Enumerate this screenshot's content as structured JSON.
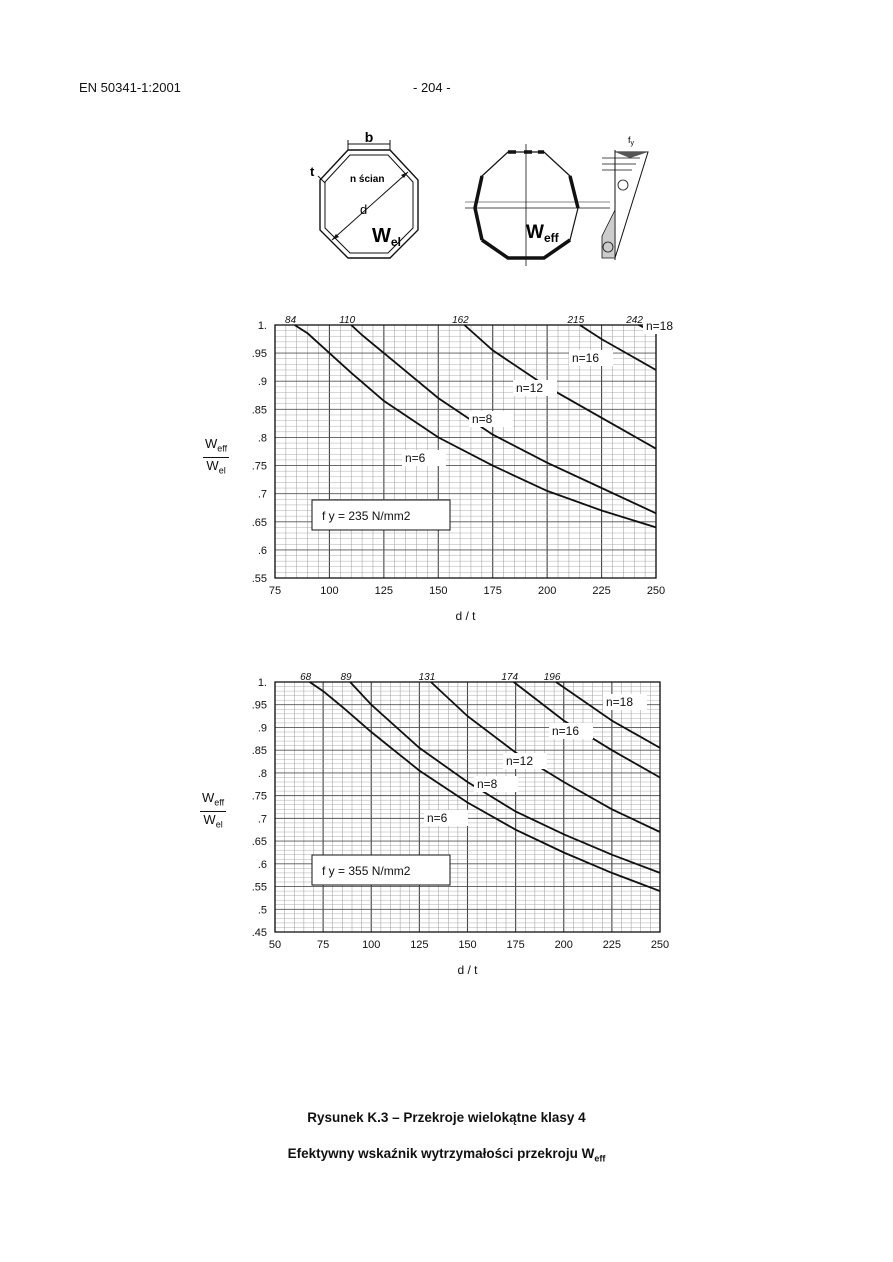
{
  "header": {
    "doc_id": "EN 50341-1:2001",
    "page": "- 204 -"
  },
  "diagram": {
    "b": "b",
    "t": "t",
    "faces": "n ścian",
    "d": "d",
    "wel": "W",
    "wel_sub": "el",
    "weff": "W",
    "weff_sub": "eff",
    "fy": "f",
    "fy_sub": "y"
  },
  "chart_data": [
    {
      "type": "line",
      "xlabel": "d / t",
      "ylabel": "Weff / Wel",
      "xlim": [
        75,
        250
      ],
      "ylim": [
        0.55,
        1.0
      ],
      "xticks": [
        "75",
        "100",
        "125",
        "150",
        "175",
        "200",
        "225",
        "250"
      ],
      "yticks": [
        "1.",
        ".95",
        ".9",
        ".85",
        ".8",
        ".75",
        ".7",
        ".65",
        ".6",
        ".55"
      ],
      "annotation": "f y = 235 N/mm2",
      "grid": true,
      "series": [
        {
          "name": "n=6",
          "limit_label": "84",
          "x": [
            84,
            90,
            100,
            110,
            125,
            150,
            175,
            200,
            225,
            250
          ],
          "y": [
            1.0,
            0.985,
            0.95,
            0.915,
            0.865,
            0.8,
            0.75,
            0.705,
            0.67,
            0.64
          ]
        },
        {
          "name": "n=8",
          "limit_label": "110",
          "x": [
            110,
            115,
            125,
            150,
            175,
            200,
            225,
            250
          ],
          "y": [
            1.0,
            0.982,
            0.95,
            0.87,
            0.805,
            0.755,
            0.71,
            0.665
          ]
        },
        {
          "name": "n=12",
          "limit_label": "162",
          "x": [
            162,
            175,
            200,
            225,
            250
          ],
          "y": [
            1.0,
            0.955,
            0.89,
            0.835,
            0.78
          ]
        },
        {
          "name": "n=16",
          "limit_label": "215",
          "x": [
            215,
            225,
            250
          ],
          "y": [
            1.0,
            0.975,
            0.92
          ]
        },
        {
          "name": "n=18",
          "limit_label": "242",
          "x": [
            242,
            250
          ],
          "y": [
            1.0,
            0.985
          ]
        }
      ]
    },
    {
      "type": "line",
      "xlabel": "d / t",
      "ylabel": "Weff / Wel",
      "xlim": [
        50,
        250
      ],
      "ylim": [
        0.45,
        1.0
      ],
      "xticks": [
        "50",
        "75",
        "100",
        "125",
        "150",
        "175",
        "200",
        "225",
        "250"
      ],
      "yticks": [
        "1.",
        ".95",
        ".9",
        ".85",
        ".8",
        ".75",
        ".7",
        ".65",
        ".6",
        ".55",
        ".5",
        ".45"
      ],
      "annotation": "f y = 355 N/mm2",
      "grid": true,
      "series": [
        {
          "name": "n=6",
          "limit_label": "68",
          "x": [
            68,
            75,
            85,
            100,
            125,
            150,
            175,
            200,
            225,
            250
          ],
          "y": [
            1.0,
            0.98,
            0.945,
            0.89,
            0.805,
            0.735,
            0.675,
            0.625,
            0.58,
            0.54
          ]
        },
        {
          "name": "n=8",
          "limit_label": "89",
          "x": [
            89,
            100,
            125,
            150,
            175,
            200,
            225,
            250
          ],
          "y": [
            1.0,
            0.95,
            0.855,
            0.78,
            0.715,
            0.665,
            0.62,
            0.58
          ]
        },
        {
          "name": "n=12",
          "limit_label": "131",
          "x": [
            131,
            150,
            175,
            200,
            225,
            250
          ],
          "y": [
            1.0,
            0.925,
            0.845,
            0.78,
            0.72,
            0.67
          ]
        },
        {
          "name": "n=16",
          "limit_label": "174",
          "x": [
            174,
            200,
            225,
            250
          ],
          "y": [
            1.0,
            0.915,
            0.85,
            0.79
          ]
        },
        {
          "name": "n=18",
          "limit_label": "196",
          "x": [
            196,
            225,
            250
          ],
          "y": [
            1.0,
            0.915,
            0.855
          ]
        }
      ]
    }
  ],
  "captions": {
    "line1": "Rysunek K.3 – Przekroje wielokątne klasy 4",
    "line2_main": "Efektywny wskaźnik wytrzymałości przekroju W",
    "line2_sub": "eff"
  },
  "colors": {
    "ink": "#111111",
    "grid": "#9a9a9a"
  }
}
